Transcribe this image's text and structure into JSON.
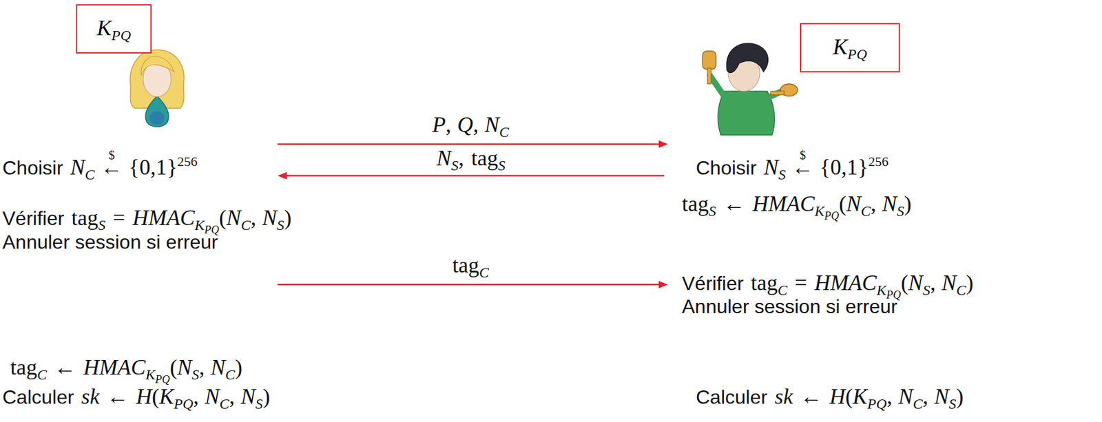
{
  "diagram": {
    "nodes": [
      {
        "text": [
          "K",
          "PQ"
        ]
      },
      {
        "text": [
          "K",
          "PQ"
        ]
      }
    ],
    "labels": [
      "P",
      ",",
      "Q",
      ",",
      "N",
      "C",
      "N",
      "S",
      ",",
      "tag",
      "S",
      "Choisir",
      "N",
      "C",
      "$",
      "←",
      "{0,1}",
      "256",
      "Choisir",
      "N",
      "S",
      "$",
      "←",
      "{0,1}",
      "256",
      "tag",
      "S",
      "←",
      "HMAC",
      "K",
      "PQ",
      "(",
      "N",
      "C",
      ",",
      "N",
      "S",
      ")",
      "Vérifier",
      "tag",
      "S",
      "=",
      "HMAC",
      "K",
      "PQ",
      "(",
      "N",
      "C",
      ",",
      "N",
      "S",
      ")",
      "Annuler session si erreur",
      "tag",
      "C",
      "Vérifier",
      "tag",
      "C",
      "=",
      "HMAC",
      "K",
      "PQ",
      "(",
      "N",
      "S",
      ",",
      "N",
      "C",
      ")",
      "Annuler session si erreur",
      "tag",
      "C",
      "←",
      "HMAC",
      "K",
      "PQ",
      "(",
      "N",
      "S",
      ",",
      "N",
      "C",
      ")",
      "Calculer",
      "sk",
      "←",
      "H",
      "(",
      "K",
      "PQ",
      ",",
      "N",
      "C",
      ",",
      "N",
      "S",
      ")",
      "Calculer",
      "sk",
      "←",
      "H",
      "(",
      "K",
      "PQ",
      ",",
      "N",
      "C",
      ",",
      "N",
      "S",
      ")"
    ]
  }
}
